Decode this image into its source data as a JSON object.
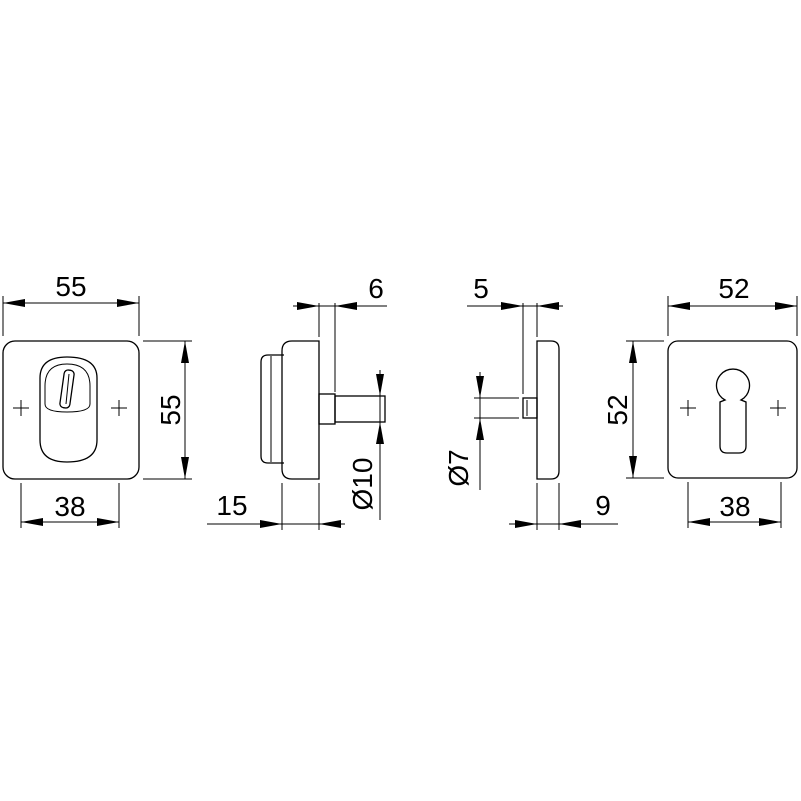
{
  "views": {
    "front_left": {
      "width_label": "55",
      "height_label": "55",
      "bottom_label": "38"
    },
    "side_left": {
      "depth_label": "15",
      "pin_diameter_label": "Ø10",
      "top_label": "6"
    },
    "side_right": {
      "top_label": "5",
      "pin_diameter_label": "Ø7",
      "depth_label": "9"
    },
    "front_right": {
      "width_label": "52",
      "height_label": "52",
      "bottom_label": "38"
    }
  }
}
